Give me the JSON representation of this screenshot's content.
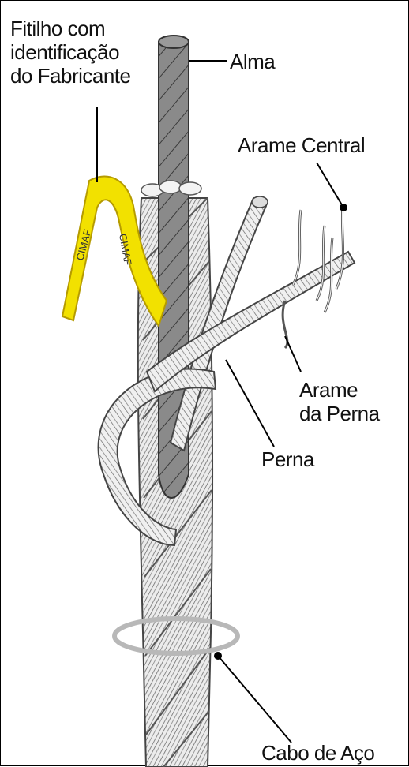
{
  "labels": {
    "fitilho": [
      "Fitilho com",
      "identificação",
      "do Fabricante"
    ],
    "alma": "Alma",
    "arame_central": "Arame Central",
    "arame_da_perna": [
      "Arame",
      "da Perna"
    ],
    "perna": "Perna",
    "cabo_de_aco": "Cabo de Aço"
  },
  "tape_text": "CIMAF",
  "colors": {
    "tape": "#f2e100",
    "tape_edge": "#b59b00",
    "rope_fill": "#e8e8e8",
    "rope_stroke": "#555555",
    "core_fill": "#7a7a7a",
    "ring": "#b8b8b8"
  }
}
